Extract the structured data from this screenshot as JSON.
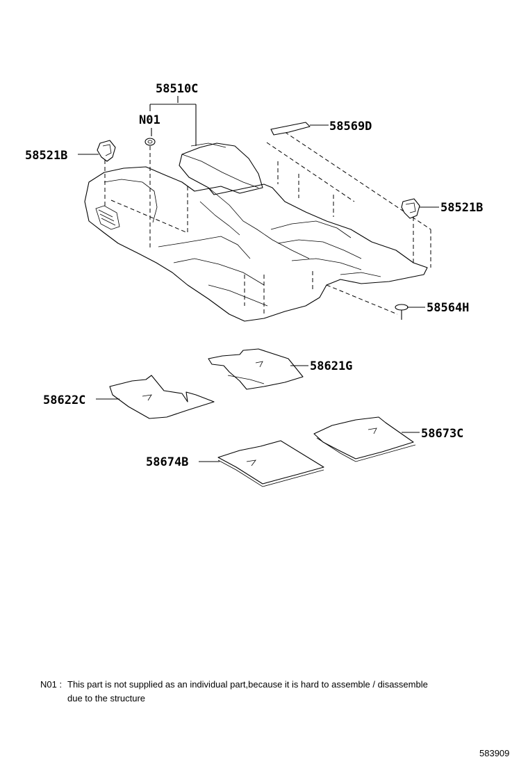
{
  "labels": {
    "carpet": "58510C",
    "n01": "N01",
    "clip_left": "58521B",
    "clip_right": "58521B",
    "plate": "58569D",
    "pin": "58564H",
    "mat_center": "58621G",
    "mat_left": "58622C",
    "mat_rear_right": "58673C",
    "mat_rear_left": "58674B"
  },
  "note": {
    "key": "N01 :",
    "line1": "This part is not supplied as an individual part,because it is hard to assemble / disassemble",
    "line2": "due to the structure"
  },
  "diagram_id": "583909"
}
